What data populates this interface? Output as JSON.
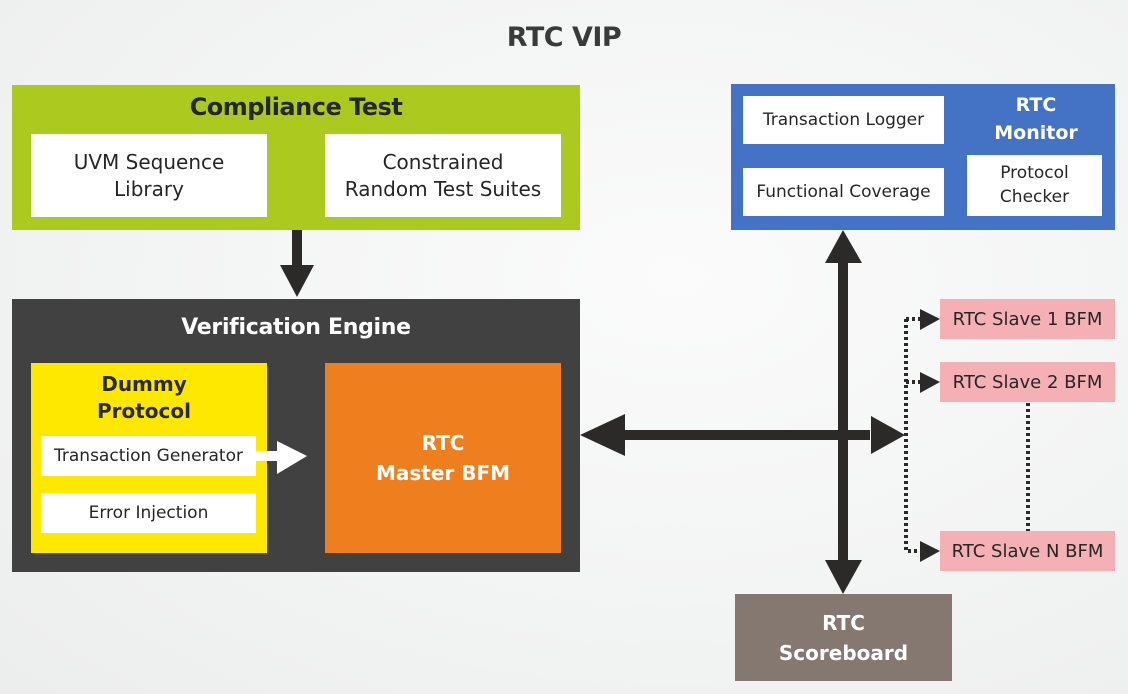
{
  "title": "RTC VIP",
  "compliance_test": {
    "heading": "Compliance Test",
    "items": [
      {
        "label": "UVM Sequence\nLibrary"
      },
      {
        "label": "Constrained\nRandom Test Suites"
      }
    ],
    "color": "#acc920"
  },
  "verification_engine": {
    "heading": "Verification Engine",
    "color": "#414141",
    "dummy_protocol": {
      "heading": "Dummy\nProtocol",
      "color": "#ffe800",
      "items": [
        {
          "label": "Transaction Generator"
        },
        {
          "label": "Error Injection"
        }
      ]
    },
    "master_bfm": {
      "label": "RTC\nMaster BFM",
      "color": "#ef7f1e"
    }
  },
  "monitor": {
    "heading": "RTC\nMonitor",
    "color": "#4472c4",
    "items": [
      {
        "label": "Transaction Logger"
      },
      {
        "label": "Functional Coverage"
      },
      {
        "label": "Protocol\nChecker"
      }
    ]
  },
  "slaves": {
    "color": "#f4b0b5",
    "items": [
      {
        "label": "RTC Slave 1 BFM"
      },
      {
        "label": "RTC Slave 2 BFM"
      },
      {
        "label": "RTC Slave N BFM"
      }
    ]
  },
  "scoreboard": {
    "label": "RTC\nScoreboard",
    "color": "#857870"
  },
  "connections": [
    {
      "from": "Compliance Test",
      "to": "Verification Engine",
      "style": "solid"
    },
    {
      "from": "Transaction Generator",
      "to": "RTC Master BFM",
      "style": "solid-white"
    },
    {
      "from": "RTC Master BFM",
      "to": "Bus",
      "style": "bidirectional"
    },
    {
      "from": "Bus",
      "to": "RTC Monitor",
      "style": "solid"
    },
    {
      "from": "Bus",
      "to": "RTC Scoreboard",
      "style": "solid"
    },
    {
      "from": "Bus",
      "to": "RTC Slave 1 BFM",
      "style": "dotted"
    },
    {
      "from": "Bus",
      "to": "RTC Slave 2 BFM",
      "style": "dotted"
    },
    {
      "from": "Bus",
      "to": "RTC Slave N BFM",
      "style": "dotted"
    }
  ]
}
